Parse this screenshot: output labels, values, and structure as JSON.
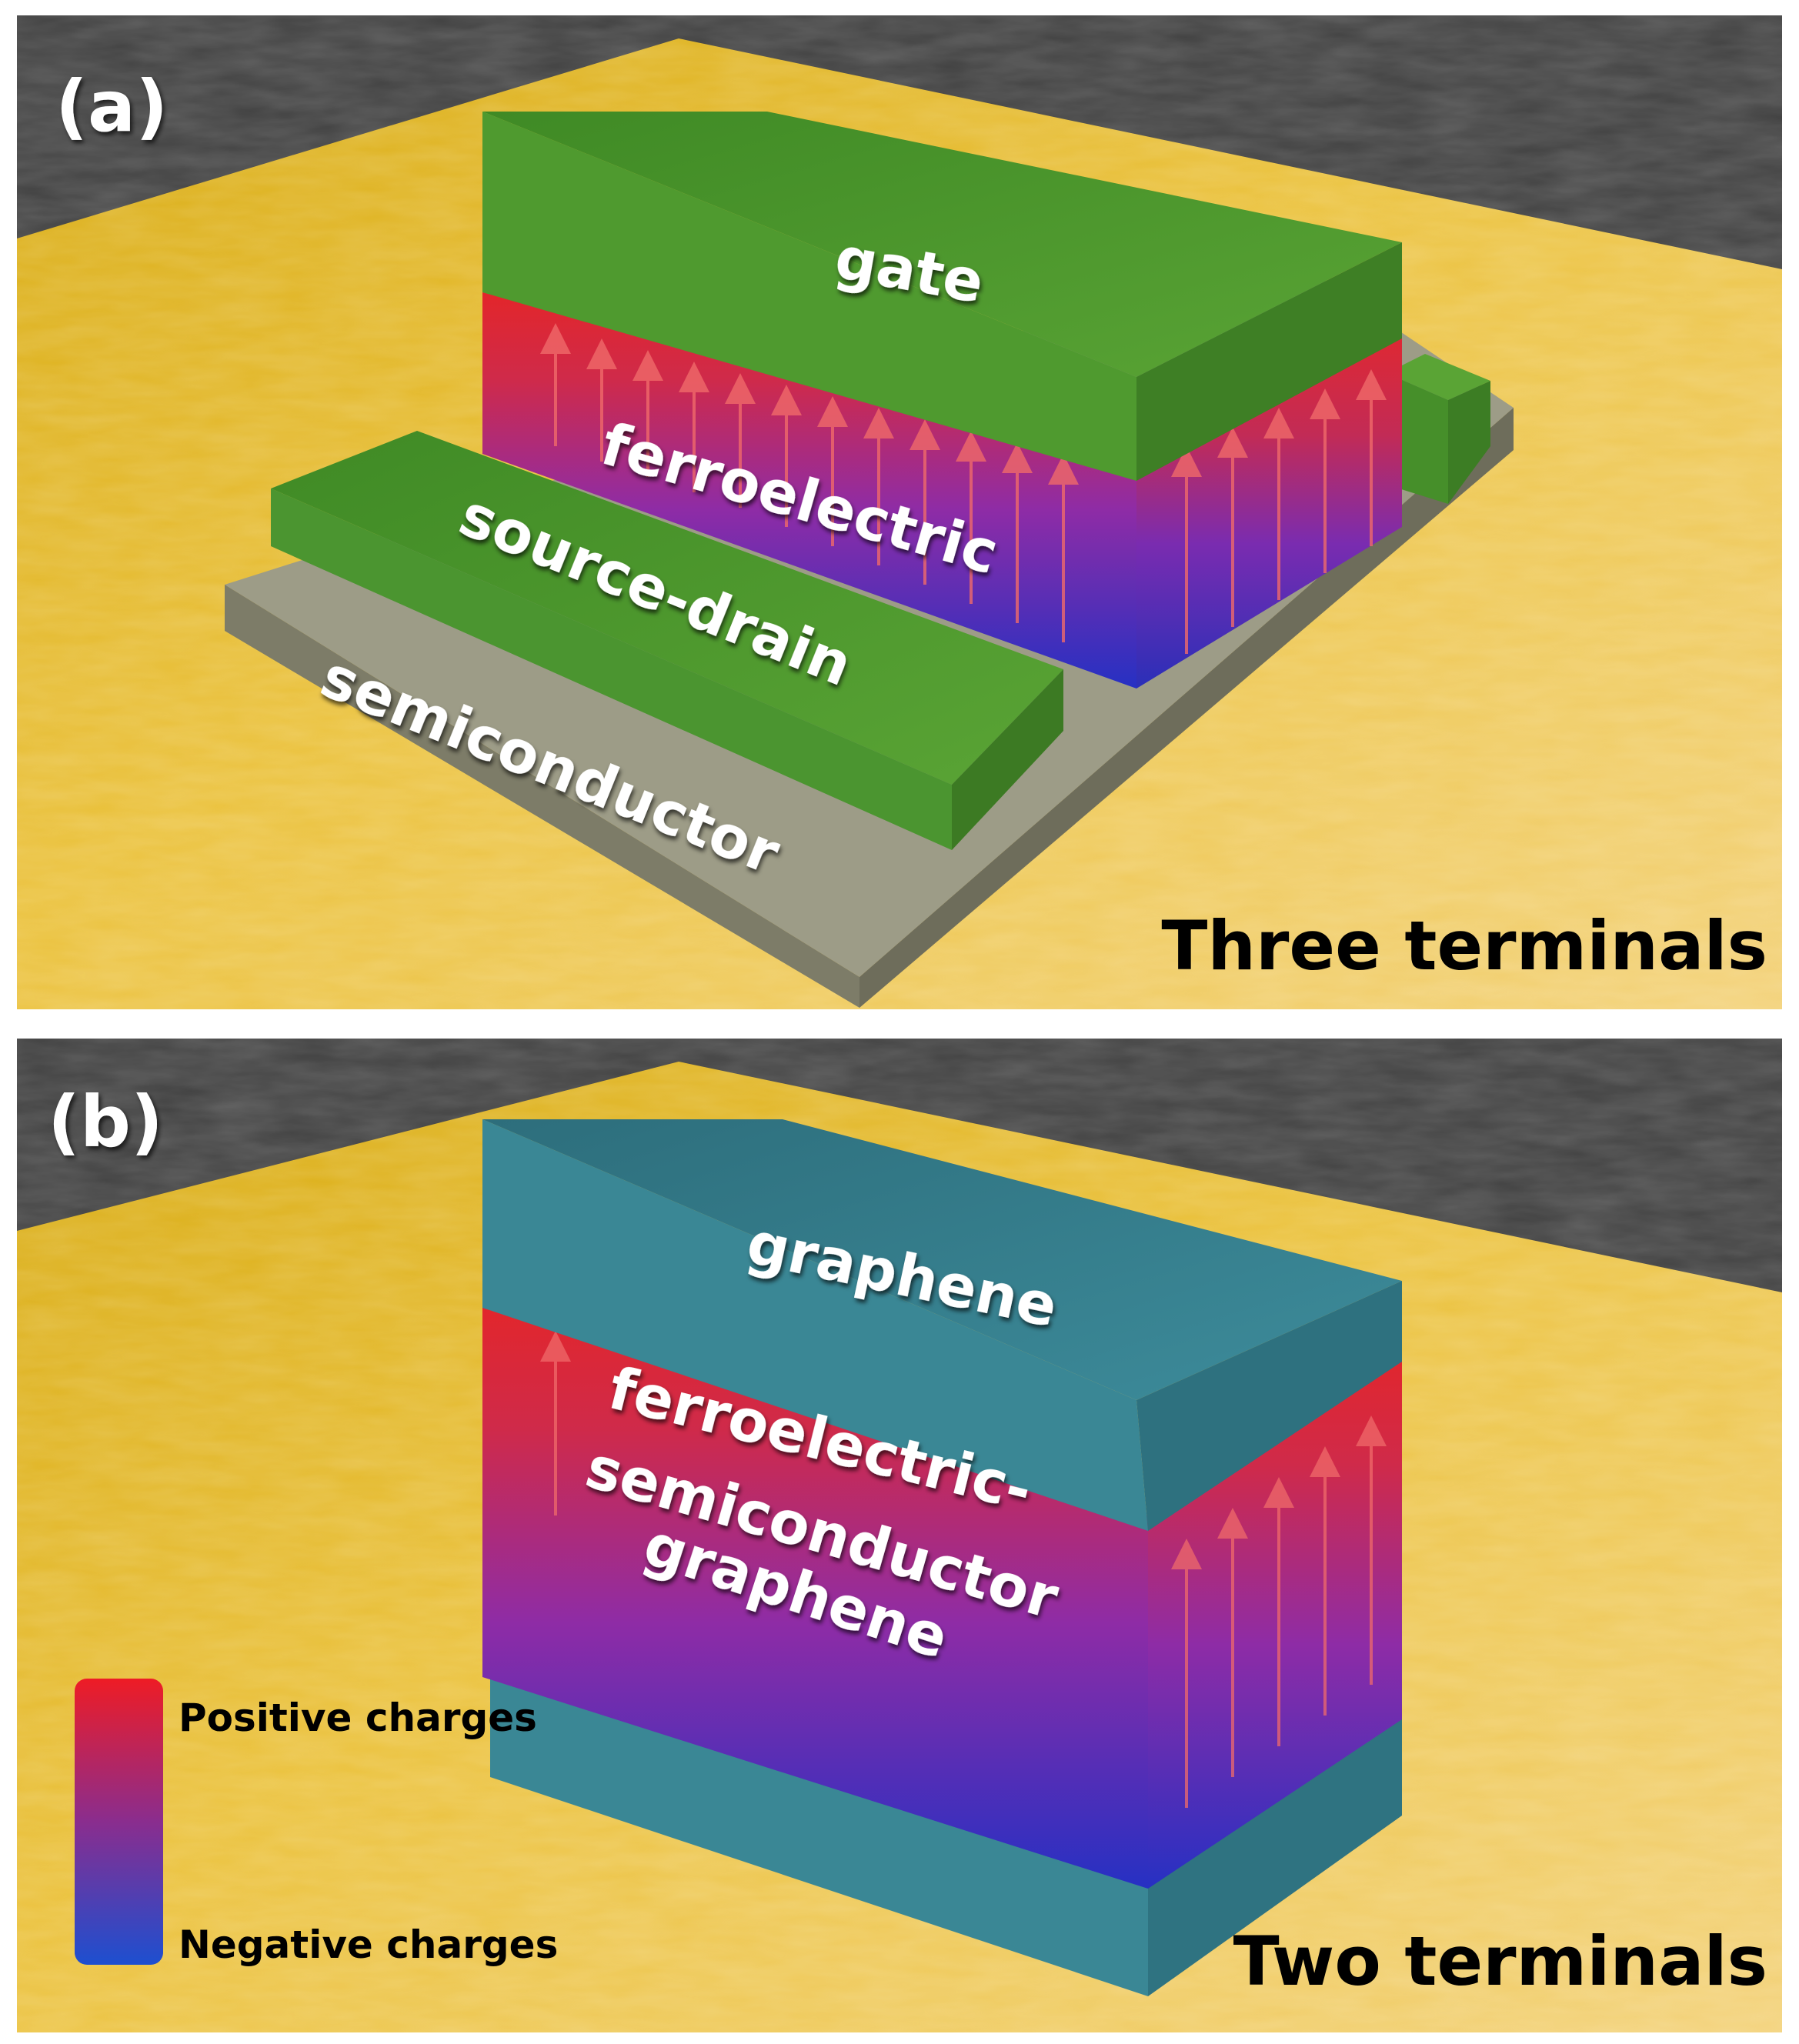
{
  "panel_a": {
    "label": "(a)",
    "layers": {
      "gate": "gate",
      "ferroelectric": "ferroelectric",
      "source_drain": "source-drain",
      "semiconductor": "semiconductor"
    },
    "caption": "Three terminals"
  },
  "panel_b": {
    "label": "(b)",
    "layers": {
      "top_graphene": "graphene",
      "ferro_line1": "ferroelectric-",
      "ferro_line2": "semiconductor",
      "bottom_graphene": "graphene"
    },
    "caption": "Two terminals",
    "legend": {
      "positive": "Positive charges",
      "negative": "Negative charges"
    }
  },
  "colors": {
    "background_dark": "#414141",
    "floor": "#e8bc2e",
    "floor_light": "#f1cd5a",
    "electrode_green": "#4f9a2f",
    "graphene_teal": "#3a8795",
    "semiconductor_gray": "#8d8c78",
    "positive_red": "#e61e25",
    "negative_blue": "#2431c8"
  }
}
